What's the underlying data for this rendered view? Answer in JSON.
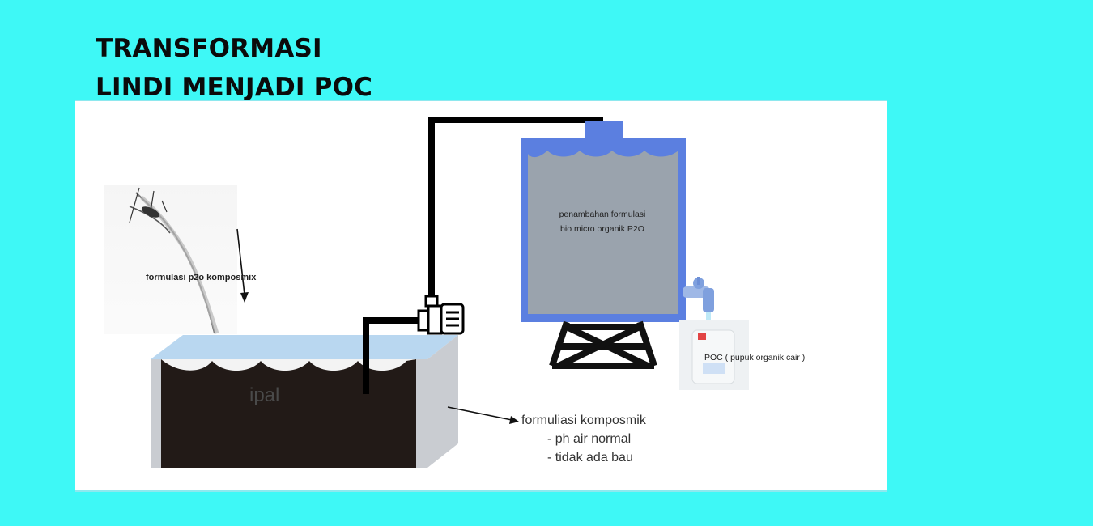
{
  "title": {
    "line1": "TRANSFORMASI",
    "line2": "LINDI MENJADI POC"
  },
  "labels": {
    "spray": "formulasi p2o komposmix",
    "ipal": "ipal",
    "tank": {
      "line1": "penambahan formulasi",
      "line2": "bio micro  organik P2O"
    },
    "poc": "POC ( pupuk organik cair )",
    "result": {
      "line1": "formuliasi komposmik",
      "line2": "- ph air normal",
      "line3": "- tidak ada bau"
    }
  },
  "colors": {
    "background": "#3ef8f6",
    "panel": "#ffffff",
    "pool_liquid": "#221a17",
    "pool_water": "#b9d7f0",
    "pool_side": "#c9ccd1",
    "tank_frame": "#5b7fe0",
    "tank_body": "#9aa3ad",
    "pipe": "#000000"
  }
}
